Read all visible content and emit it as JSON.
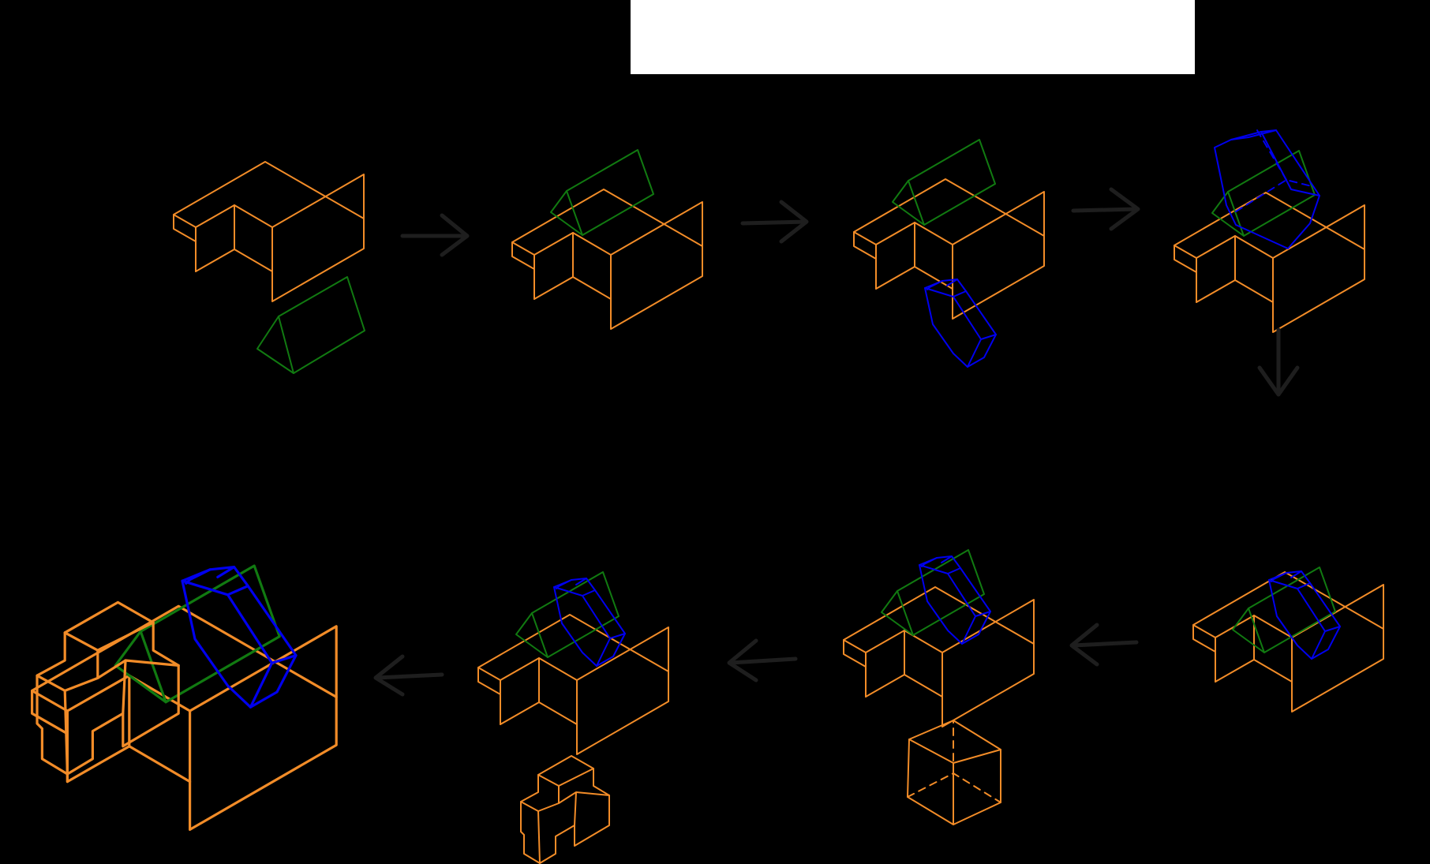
{
  "title_box": {
    "text": ""
  },
  "colors": {
    "background": "#000000",
    "title_box": "#ffffff",
    "base_block": "#f28c28",
    "prism": "#117a11",
    "rotated_block": "#0000ee",
    "cube": "#f28c28",
    "cross_block": "#f28c28",
    "arrow": "#1e1e1e"
  },
  "steps": [
    {
      "id": 1,
      "parts": [
        "base-block",
        "triangular-prism"
      ]
    },
    {
      "id": 2,
      "parts": [
        "base-block",
        "triangular-prism"
      ]
    },
    {
      "id": 3,
      "parts": [
        "base-block",
        "triangular-prism",
        "rotated-block"
      ]
    },
    {
      "id": 4,
      "parts": [
        "base-block",
        "triangular-prism",
        "rotated-block"
      ]
    },
    {
      "id": 5,
      "parts": [
        "base-block",
        "triangular-prism",
        "rotated-block"
      ]
    },
    {
      "id": 6,
      "parts": [
        "base-block",
        "triangular-prism",
        "rotated-block",
        "cube"
      ]
    },
    {
      "id": 7,
      "parts": [
        "base-block",
        "triangular-prism",
        "rotated-block",
        "cross-block"
      ]
    },
    {
      "id": 8,
      "parts": [
        "base-block",
        "triangular-prism",
        "rotated-block",
        "cross-block"
      ]
    }
  ],
  "flow": [
    "right",
    "right",
    "right",
    "down",
    "left",
    "left",
    "left"
  ]
}
